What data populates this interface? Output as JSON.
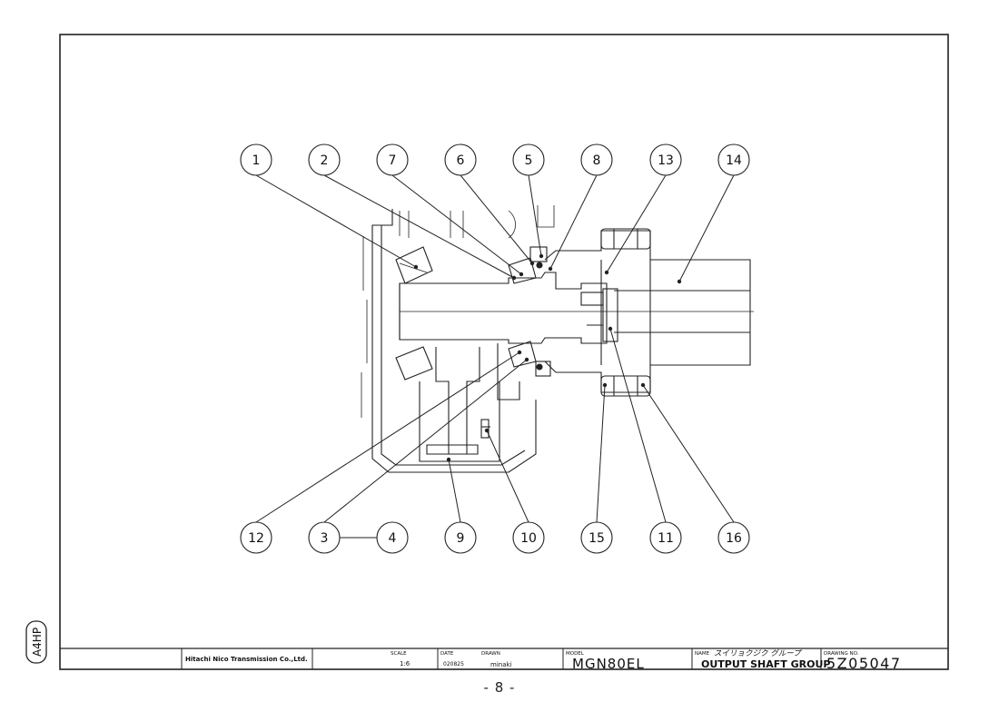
{
  "sheet_tag": "A4HP",
  "balloons": {
    "b1": "1",
    "b2": "2",
    "b7": "7",
    "b6": "6",
    "b5": "5",
    "b8": "8",
    "b13": "13",
    "b14": "14",
    "b12": "12",
    "b3": "3",
    "b4": "4",
    "b9": "9",
    "b10": "10",
    "b15": "15",
    "b11": "11",
    "b16": "16"
  },
  "title_block": {
    "company": "Hitachi Nico Transmission Co.,Ltd.",
    "scale_label": "SCALE",
    "scale_value": "1:6",
    "date_label": "DATE",
    "date_value": "020825",
    "drawn_label": "DRAWN",
    "drawn_value": "minaki",
    "model_label": "MODEL",
    "model_value": "MGN80EL",
    "name_label": "NAME",
    "name_jp": "スイリョクジク グループ",
    "name_value": "OUTPUT SHAFT GROUP",
    "drawing_no_label": "DRAWING NO.",
    "drawing_no_value": "5Z05047"
  },
  "page_number": "- 8 -"
}
